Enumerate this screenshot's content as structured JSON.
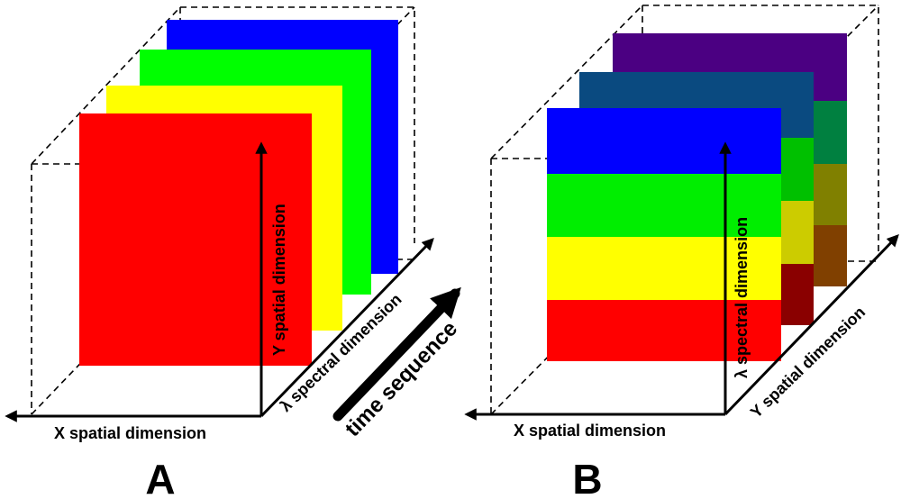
{
  "panel_a": {
    "letter": "A",
    "x_axis_label": "X spatial dimension",
    "y_axis_label": "Y spatial dimension",
    "lambda_axis_label": "λ spectral dimension",
    "time_label": "time sequence",
    "frame_colors": [
      "#0000ff",
      "#00ff00",
      "#ffff00",
      "#ff0000"
    ]
  },
  "panel_b": {
    "letter": "B",
    "x_axis_label": "X spatial dimension",
    "y_axis_label": "Y spatial dimension",
    "lambda_axis_label": "λ spectral dimension",
    "slice_colors": {
      "front": [
        "#0000ff",
        "#00ee00",
        "#ffff00",
        "#ff0000"
      ],
      "middle": [
        "#0a4a80",
        "#00c000",
        "#cccc00",
        "#8a0000"
      ],
      "back": [
        "#4b0082",
        "#008040",
        "#808000",
        "#804000"
      ]
    }
  }
}
